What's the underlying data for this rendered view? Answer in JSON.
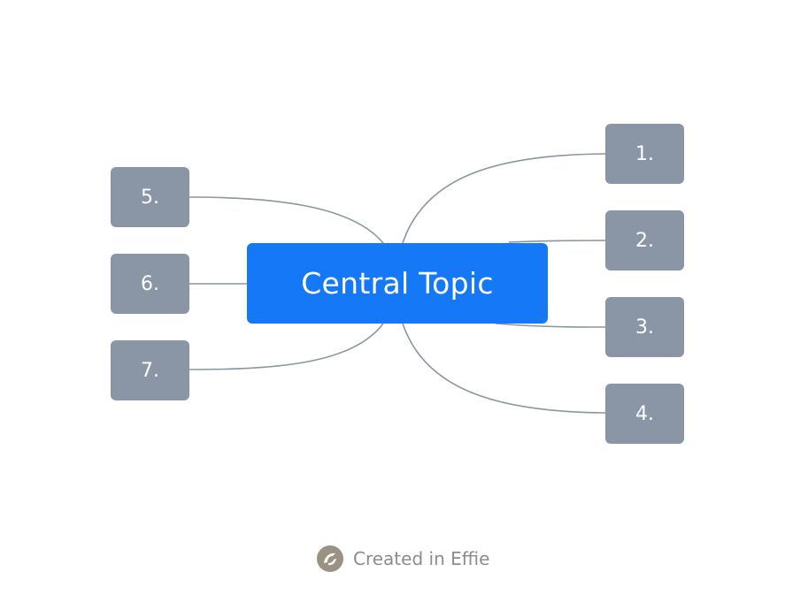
{
  "mindmap": {
    "central_topic": "Central Topic",
    "branches": [
      {
        "label": "1."
      },
      {
        "label": "2."
      },
      {
        "label": "3."
      },
      {
        "label": "4."
      },
      {
        "label": "5."
      },
      {
        "label": "6."
      },
      {
        "label": "7."
      }
    ]
  },
  "colors": {
    "central_fill": "#1478f7",
    "node_fill": "#8a95a5",
    "connector": "#8a95a5",
    "footer_text": "#8c8c8c"
  },
  "footer": {
    "text": "Created in Effie",
    "icon": "effie-logo-icon"
  }
}
